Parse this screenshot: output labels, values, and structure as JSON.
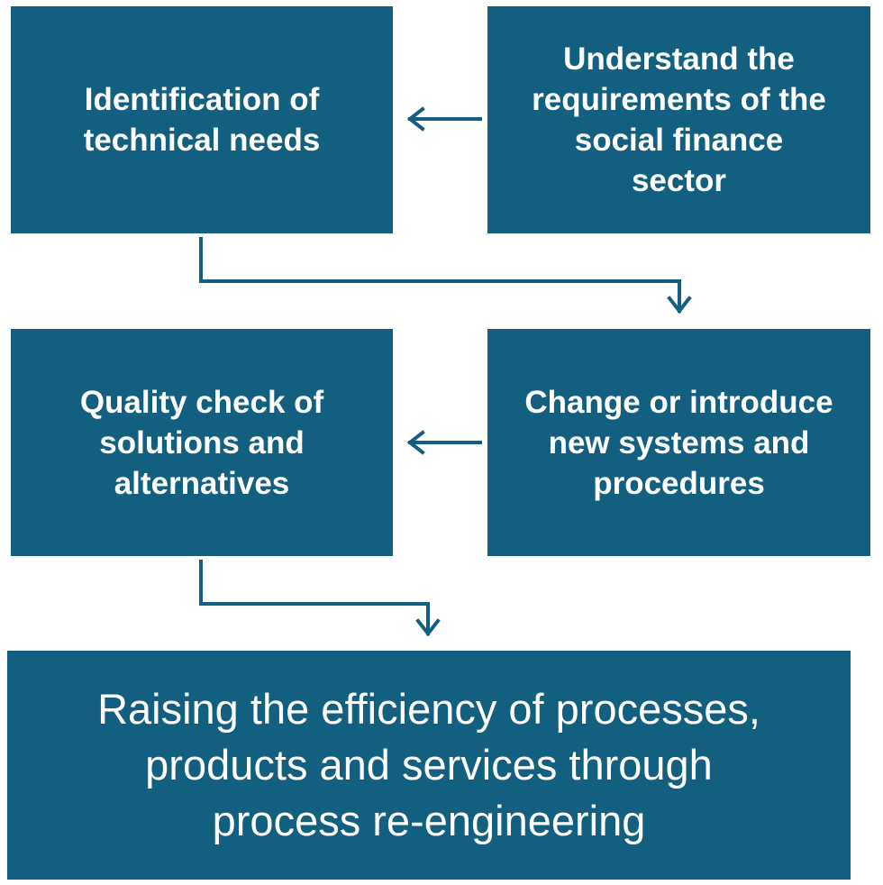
{
  "colors": {
    "box_fill": "#125f80",
    "box_text": "#ffffff",
    "arrow": "#125f80",
    "background": "#ffffff"
  },
  "boxes": {
    "identification": "Identification of\ntechnical needs",
    "requirements": "Understand the\nrequirements of the\nsocial finance\nsector",
    "change": "Change or introduce\nnew systems and\nprocedures",
    "quality": "Quality check of\nsolutions and\nalternatives",
    "result": "Raising the efficiency of processes,\nproducts and services through\nprocess re-engineering"
  },
  "connectors": [
    {
      "from": "requirements",
      "to": "identification"
    },
    {
      "from": "identification",
      "to": "change"
    },
    {
      "from": "change",
      "to": "quality"
    },
    {
      "from": "quality",
      "to": "result"
    }
  ]
}
